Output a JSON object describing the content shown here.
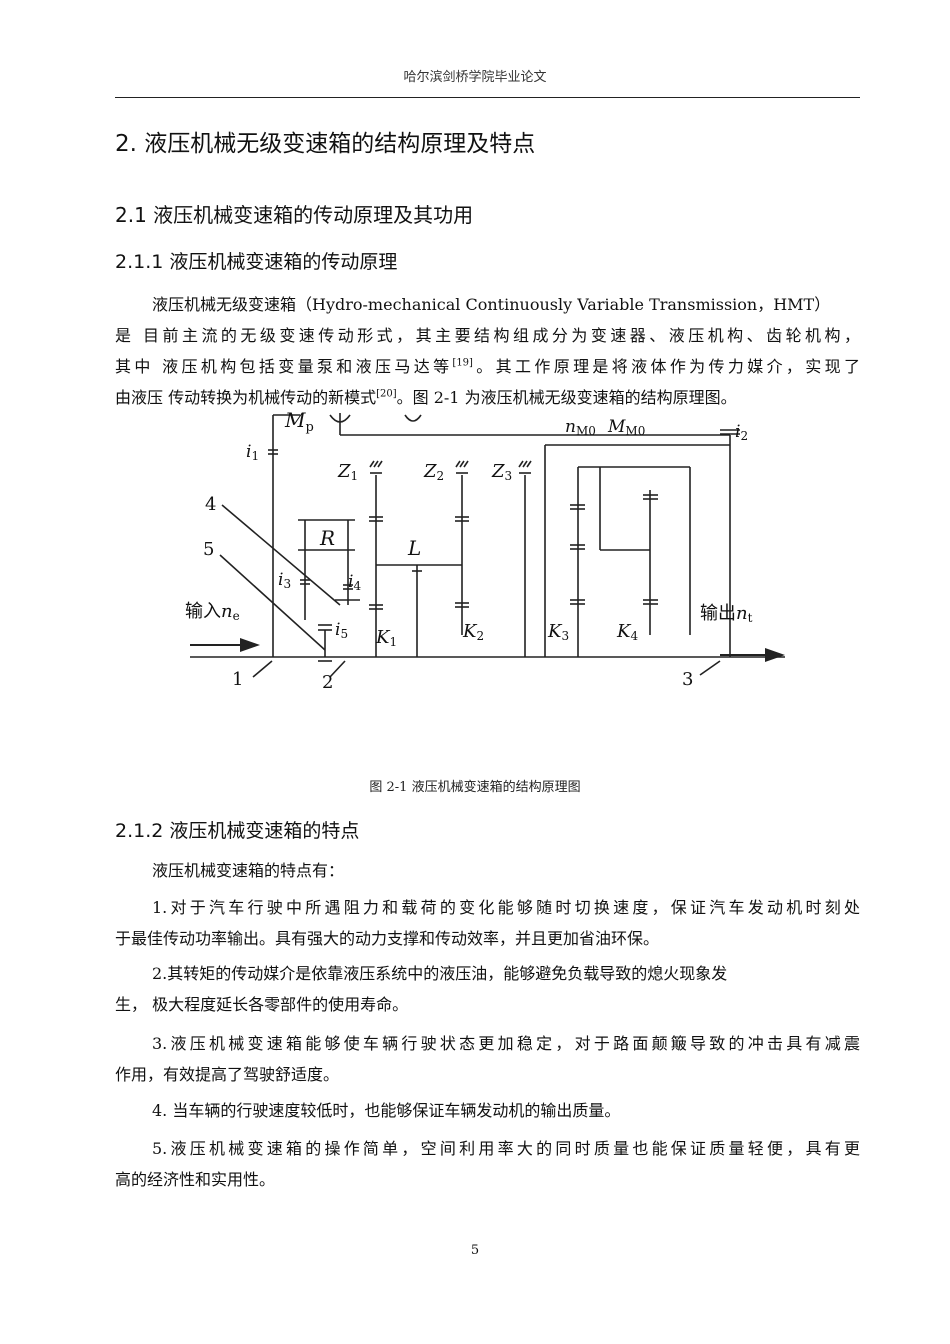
{
  "header": {
    "text": "哈尔滨剑桥学院毕业论文"
  },
  "sections": {
    "h1": "2. 液压机械无级变速箱的结构原理及特点",
    "h2": "2.1 液压机械变速箱的传动原理及其功用",
    "h3a": "2.1.1 液压机械变速箱的传动原理",
    "h3b": "2.1.2 液压机械变速箱的特点"
  },
  "intro": {
    "l1": "液压机械无级变速箱（Hydro-mechanical Continuously Variable Transmission，HMT）",
    "l2": "是 目前主流的无级变速传动形式，其主要结构组成分为变速器、液压机构、齿轮机构，",
    "l3a": "其中 液压机构包括变量泵和液压马达等",
    "ref1": "[19]",
    "l3b": "。其工作原理是将液体作为传力媒介，实现了",
    "l4a": "由液压 传动转换为机械传动的新模式",
    "ref2": "[20]",
    "l4b": "。图 2-1 为液压机械无级变速箱的结构原理图。"
  },
  "figure": {
    "labels": {
      "mp": "M",
      "mp_sub": "p",
      "nm0": "n",
      "nm0_sub": "M0",
      "mm0": "M",
      "mm0_sub": "M0",
      "i1": "i",
      "i1_sub": "1",
      "i2": "i",
      "i2_sub": "2",
      "i3": "i",
      "i3_sub": "3",
      "i4": "i",
      "i4_sub": "4",
      "i5": "i",
      "i5_sub": "5",
      "z1": "Z",
      "z1_sub": "1",
      "z2": "Z",
      "z2_sub": "2",
      "z3": "Z",
      "z3_sub": "3",
      "r": "R",
      "l": "L",
      "k1": "K",
      "k1_sub": "1",
      "k2": "K",
      "k2_sub": "2",
      "k3": "K",
      "k3_sub": "3",
      "k4": "K",
      "k4_sub": "4",
      "n4": "4",
      "n5": "5",
      "n1": "1",
      "n2": "2",
      "n3": "3",
      "input": "输入",
      "input_n": "n",
      "input_sub": "e",
      "output": "输出",
      "output_n": "n",
      "output_sub": "t"
    }
  },
  "caption": "图 2-1 液压机械变速箱的结构原理图",
  "features": {
    "intro": "液压机械变速箱的特点有：",
    "p1l1": "1.对于汽车行驶中所遇阻力和载荷的变化能够随时切换速度，保证汽车发动机时刻处",
    "p1l2": "于最佳传动功率输出。具有强大的动力支撑和传动效率，并且更加省油环保。",
    "p2l1": "2.其转矩的传动媒介是依靠液压系统中的液压油，能够避免负载导致的熄火现象发",
    "p2l2": "生， 极大程度延长各零部件的使用寿命。",
    "p3l1": "3.液压机械变速箱能够使车辆行驶状态更加稳定，对于路面颠簸导致的冲击具有减震",
    "p3l2": "作用，有效提高了驾驶舒适度。",
    "p4": "4. 当车辆的行驶速度较低时，也能够保证车辆发动机的输出质量。",
    "p5l1": "5.液压机械变速箱的操作简单，空间利用率大的同时质量也能保证质量轻便，具有更",
    "p5l2": "高的经济性和实用性。"
  },
  "page_number": "5"
}
